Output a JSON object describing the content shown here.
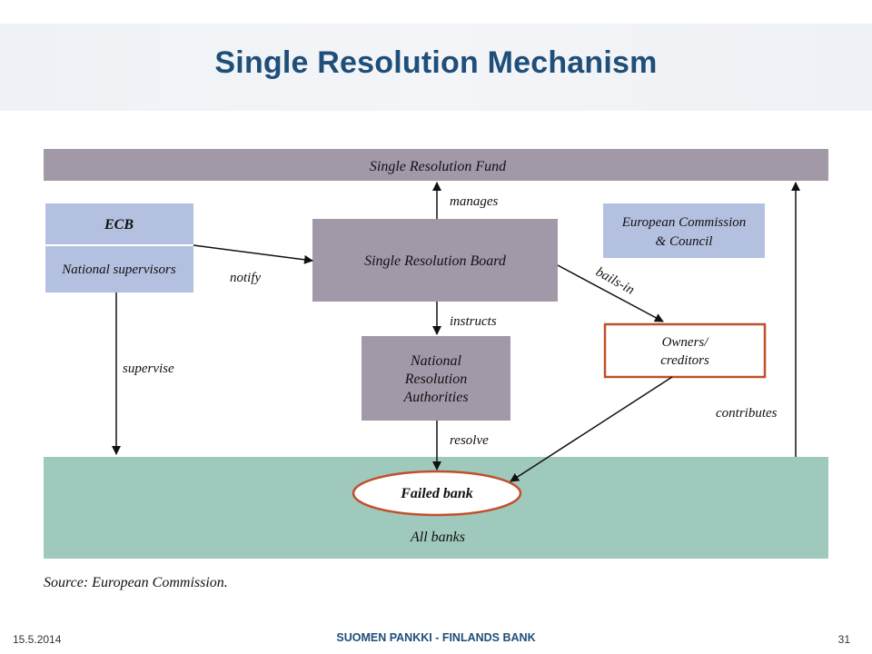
{
  "slide": {
    "title": "Single Resolution Mechanism",
    "date": "15.5.2014",
    "footer": "SUOMEN PANKKI - FINLANDS BANK",
    "page": "31"
  },
  "diagram": {
    "fund": "Single Resolution Fund",
    "ecb": "ECB",
    "national_supervisors": "National supervisors",
    "board": "Single Resolution Board",
    "commission_line1": "European Commission",
    "commission_line2": "& Council",
    "nra_line1": "National",
    "nra_line2": "Resolution",
    "nra_line3": "Authorities",
    "owners_line1": "Owners/",
    "owners_line2": "creditors",
    "failed_bank": "Failed bank",
    "all_banks": "All banks",
    "source": "Source: European Commission.",
    "edge_labels": {
      "manages": "manages",
      "notify": "notify",
      "instructs": "instructs",
      "bails_in": "bails-in",
      "supervise": "supervise",
      "resolve": "resolve",
      "contributes": "contributes"
    }
  },
  "colors": {
    "title": "#1f4e79",
    "purple_box": "#a199a8",
    "blue_box": "#b4c0df",
    "green_band": "#9fc9bc",
    "owners_border": "#c0502b",
    "failed_bank_border": "#c0502b"
  }
}
